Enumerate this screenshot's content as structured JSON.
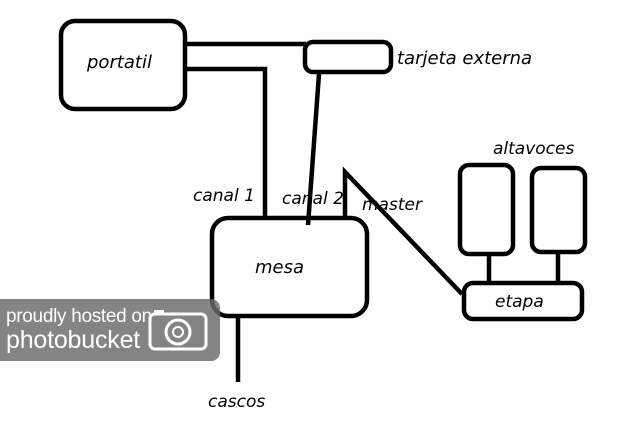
{
  "nodes": {
    "portatil": "portatil",
    "tarjeta": "tarjeta externa",
    "mesa": "mesa",
    "altavoces": "altavoces",
    "etapa": "etapa"
  },
  "connections": {
    "canal1": "canal 1",
    "canal2": "canal 2",
    "master": "master",
    "cascos": "cascos"
  },
  "watermark": {
    "line1": "proudly hosted on",
    "line2": "photobucket",
    "icon": "camera-icon"
  }
}
